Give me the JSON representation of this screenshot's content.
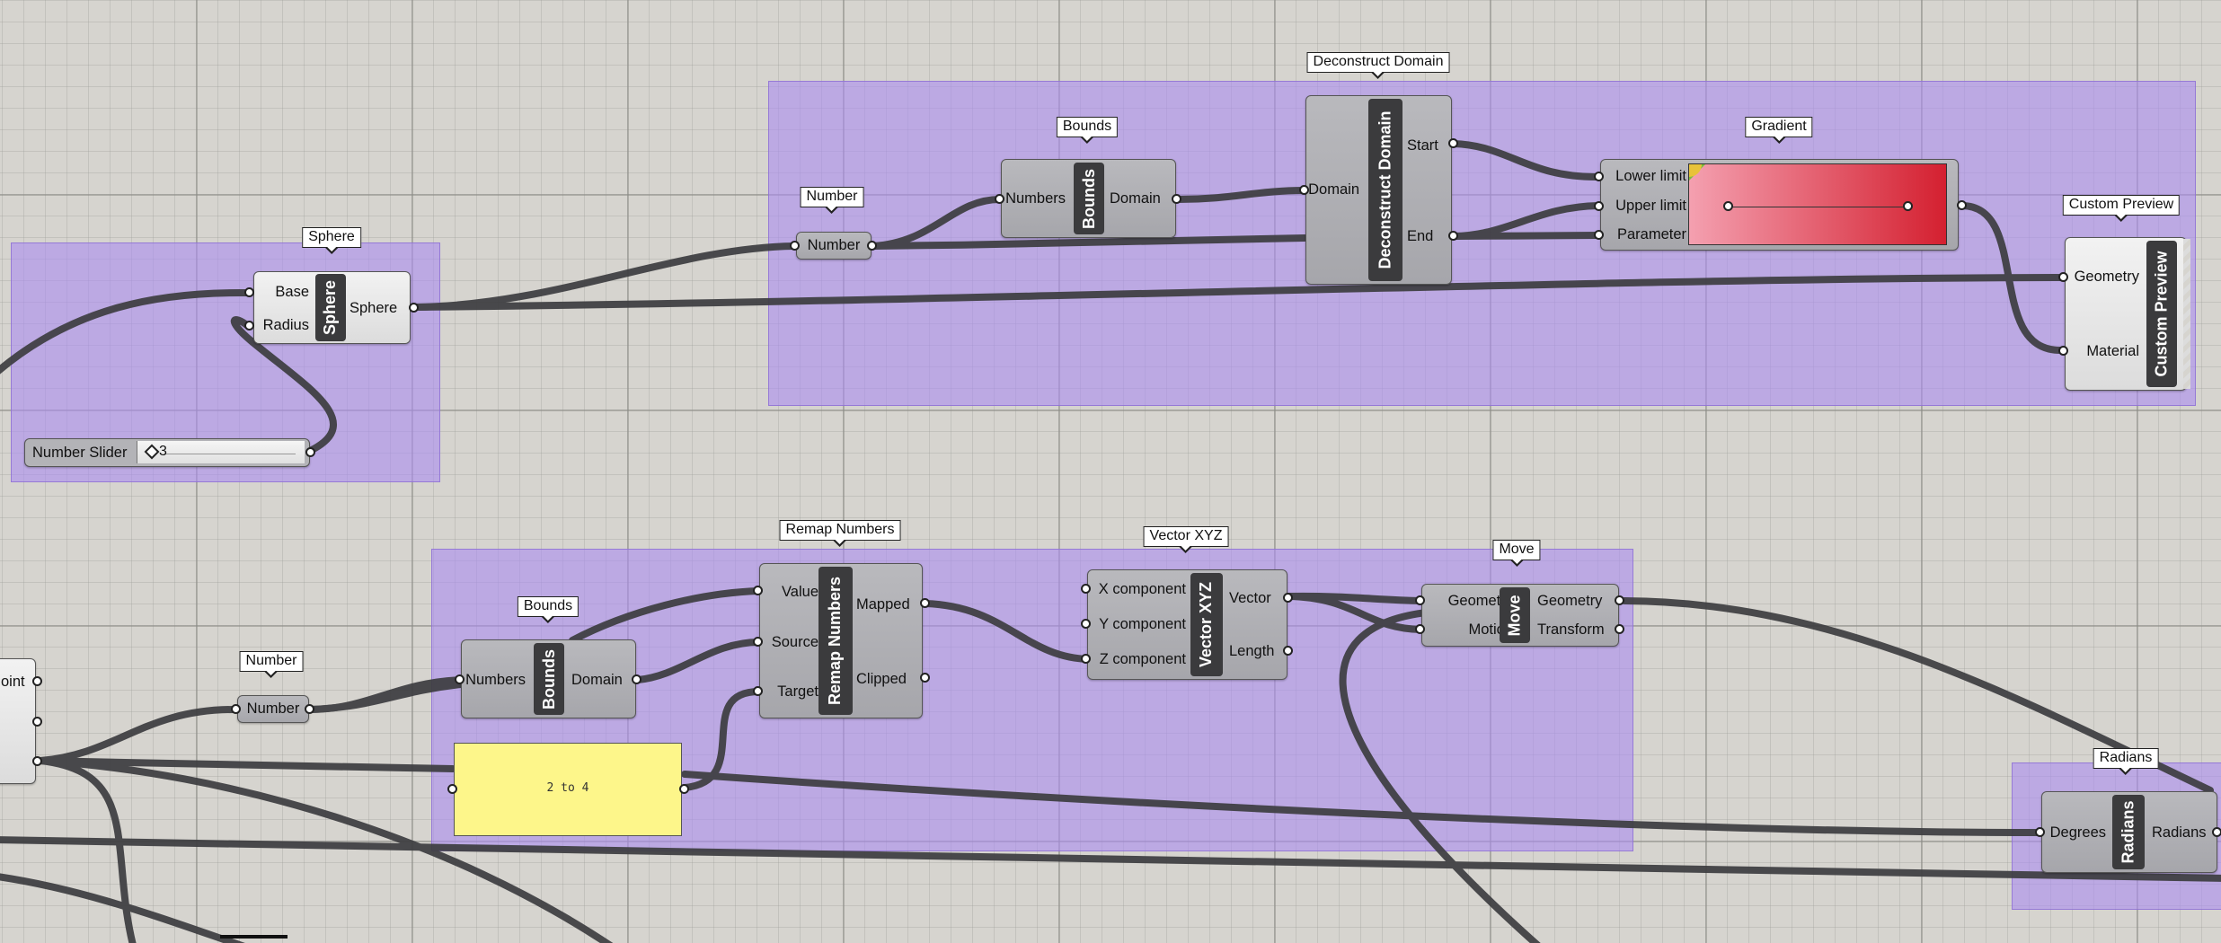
{
  "groups": {
    "sphere_label": "Sphere",
    "deconstruct_label": "Deconstruct Domain",
    "bounds_top_label": "Bounds",
    "number_top_label": "Number",
    "gradient_label": "Gradient",
    "custom_preview_label": "Custom Preview",
    "remap_label": "Remap Numbers",
    "bounds_bottom_label": "Bounds",
    "number_bottom_label": "Number",
    "vector_label": "Vector XYZ",
    "move_label": "Move",
    "radians_label": "Radians"
  },
  "sphere": {
    "name": "Sphere",
    "in_base": "Base",
    "in_radius": "Radius",
    "out": "Sphere"
  },
  "slider": {
    "label": "Number Slider",
    "value": "3"
  },
  "number_top": {
    "label": "Number"
  },
  "bounds_top": {
    "name": "Bounds",
    "in": "Numbers",
    "out": "Domain"
  },
  "deconstruct": {
    "name": "Deconstruct Domain",
    "in": "Domain",
    "out_start": "Start",
    "out_end": "End"
  },
  "gradient": {
    "in_lower": "Lower limit",
    "in_upper": "Upper limit",
    "in_param": "Parameter",
    "color_start": "#f4a0b0",
    "color_end": "#d42030"
  },
  "custom_preview": {
    "name": "Custom Preview",
    "in_geometry": "Geometry",
    "in_material": "Material"
  },
  "point_partial": {
    "label": "oint"
  },
  "number_bottom": {
    "label": "Number"
  },
  "bounds_bottom": {
    "name": "Bounds",
    "in": "Numbers",
    "out": "Domain"
  },
  "remap": {
    "name": "Remap Numbers",
    "in_value": "Value",
    "in_source": "Source",
    "in_target": "Target",
    "out_mapped": "Mapped",
    "out_clipped": "Clipped"
  },
  "panel": {
    "text": "2 to 4",
    "color": "#fdf68a"
  },
  "vector": {
    "name": "Vector XYZ",
    "in_x": "X component",
    "in_y": "Y component",
    "in_z": "Z component",
    "out_vector": "Vector",
    "out_length": "Length"
  },
  "move": {
    "name": "Move",
    "in_geometry": "Geometry",
    "in_motion": "Motion",
    "out_geometry": "Geometry",
    "out_transform": "Transform"
  },
  "radians": {
    "name": "Radians",
    "in": "Degrees",
    "out": "Radians"
  }
}
